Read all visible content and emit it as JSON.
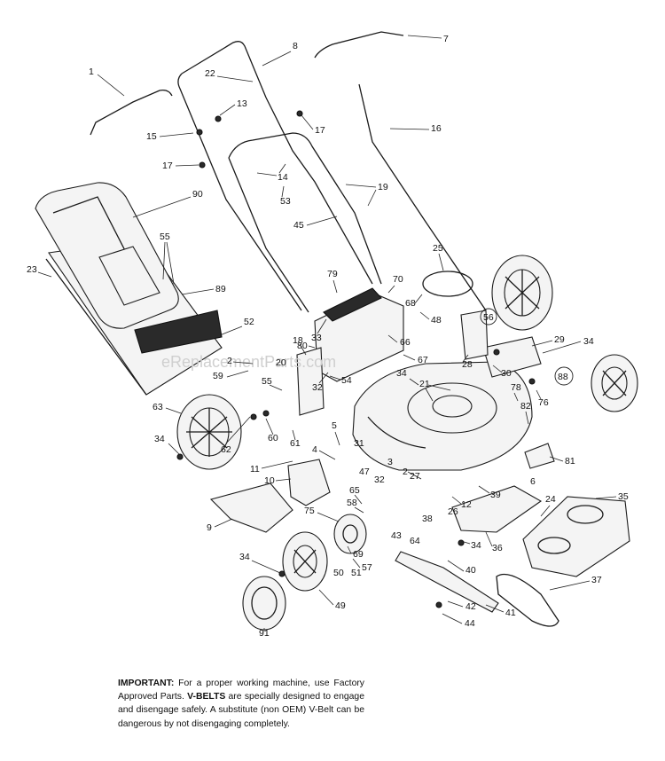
{
  "watermark": "eReplacementParts.com",
  "notice": {
    "important_label": "IMPORTANT:",
    "text_1": " For a proper working machine, use Factory Approved Parts. ",
    "vbelts_label": "V-BELTS",
    "text_2": " are specially designed to engage and disengage safely. A substitute (non OEM) V-Belt can be dangerous by not disengaging completely."
  },
  "parts": [
    {
      "id": "p1",
      "label": "1"
    },
    {
      "id": "p2a",
      "label": "2"
    },
    {
      "id": "p2b",
      "label": "2"
    },
    {
      "id": "p3",
      "label": "3"
    },
    {
      "id": "p4",
      "label": "4"
    },
    {
      "id": "p5",
      "label": "5"
    },
    {
      "id": "p6",
      "label": "6"
    },
    {
      "id": "p7",
      "label": "7"
    },
    {
      "id": "p8",
      "label": "8"
    },
    {
      "id": "p9",
      "label": "9"
    },
    {
      "id": "p10",
      "label": "10"
    },
    {
      "id": "p11",
      "label": "11"
    },
    {
      "id": "p12",
      "label": "12"
    },
    {
      "id": "p13",
      "label": "13"
    },
    {
      "id": "p14",
      "label": "14"
    },
    {
      "id": "p15",
      "label": "15"
    },
    {
      "id": "p16",
      "label": "16"
    },
    {
      "id": "p17a",
      "label": "17"
    },
    {
      "id": "p17b",
      "label": "17"
    },
    {
      "id": "p18",
      "label": "18"
    },
    {
      "id": "p19",
      "label": "19"
    },
    {
      "id": "p20",
      "label": "20"
    },
    {
      "id": "p21",
      "label": "21"
    },
    {
      "id": "p22",
      "label": "22"
    },
    {
      "id": "p23",
      "label": "23"
    },
    {
      "id": "p24",
      "label": "24"
    },
    {
      "id": "p25",
      "label": "25"
    },
    {
      "id": "p26",
      "label": "26"
    },
    {
      "id": "p27",
      "label": "27"
    },
    {
      "id": "p28",
      "label": "28"
    },
    {
      "id": "p29",
      "label": "29"
    },
    {
      "id": "p30",
      "label": "30"
    },
    {
      "id": "p31",
      "label": "31"
    },
    {
      "id": "p32a",
      "label": "32"
    },
    {
      "id": "p32b",
      "label": "32"
    },
    {
      "id": "p33",
      "label": "33"
    },
    {
      "id": "p34a",
      "label": "34"
    },
    {
      "id": "p34b",
      "label": "34"
    },
    {
      "id": "p34c",
      "label": "34"
    },
    {
      "id": "p34d",
      "label": "34"
    },
    {
      "id": "p34e",
      "label": "34"
    },
    {
      "id": "p35",
      "label": "35"
    },
    {
      "id": "p36",
      "label": "36"
    },
    {
      "id": "p37",
      "label": "37"
    },
    {
      "id": "p38",
      "label": "38"
    },
    {
      "id": "p39",
      "label": "39"
    },
    {
      "id": "p40",
      "label": "40"
    },
    {
      "id": "p41",
      "label": "41"
    },
    {
      "id": "p42",
      "label": "42"
    },
    {
      "id": "p43",
      "label": "43"
    },
    {
      "id": "p44",
      "label": "44"
    },
    {
      "id": "p45",
      "label": "45"
    },
    {
      "id": "p47",
      "label": "47"
    },
    {
      "id": "p48",
      "label": "48"
    },
    {
      "id": "p49",
      "label": "49"
    },
    {
      "id": "p50",
      "label": "50"
    },
    {
      "id": "p51",
      "label": "51"
    },
    {
      "id": "p52",
      "label": "52"
    },
    {
      "id": "p53",
      "label": "53"
    },
    {
      "id": "p54",
      "label": "54"
    },
    {
      "id": "p55a",
      "label": "55"
    },
    {
      "id": "p55b",
      "label": "55"
    },
    {
      "id": "p56",
      "label": "56"
    },
    {
      "id": "p57",
      "label": "57"
    },
    {
      "id": "p58",
      "label": "58"
    },
    {
      "id": "p59",
      "label": "59"
    },
    {
      "id": "p60",
      "label": "60"
    },
    {
      "id": "p61",
      "label": "61"
    },
    {
      "id": "p62",
      "label": "62"
    },
    {
      "id": "p63",
      "label": "63"
    },
    {
      "id": "p64",
      "label": "64"
    },
    {
      "id": "p65",
      "label": "65"
    },
    {
      "id": "p66",
      "label": "66"
    },
    {
      "id": "p67",
      "label": "67"
    },
    {
      "id": "p68",
      "label": "68"
    },
    {
      "id": "p69",
      "label": "69"
    },
    {
      "id": "p70",
      "label": "70"
    },
    {
      "id": "p75",
      "label": "75"
    },
    {
      "id": "p76",
      "label": "76"
    },
    {
      "id": "p78",
      "label": "78"
    },
    {
      "id": "p79",
      "label": "79"
    },
    {
      "id": "p80",
      "label": "80"
    },
    {
      "id": "p81",
      "label": "81"
    },
    {
      "id": "p82",
      "label": "82"
    },
    {
      "id": "p88",
      "label": "88"
    },
    {
      "id": "p89",
      "label": "89"
    },
    {
      "id": "p90",
      "label": "90"
    },
    {
      "id": "p91",
      "label": "91"
    }
  ]
}
